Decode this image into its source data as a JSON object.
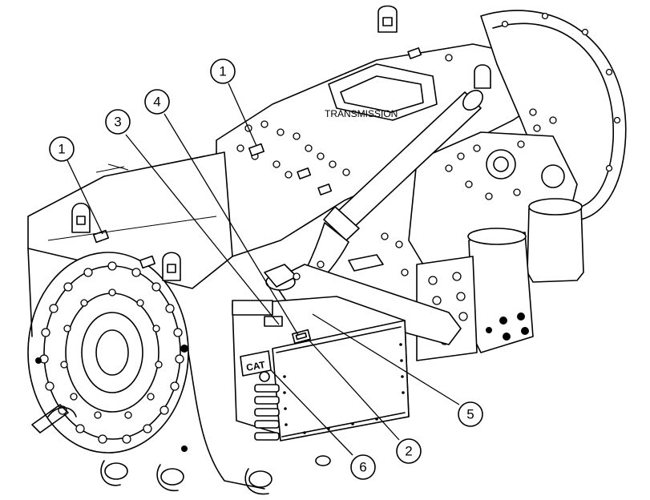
{
  "diagram": {
    "component_label": "TRANSMISSION",
    "callouts": [
      {
        "id": "callout-1-right",
        "number": "1"
      },
      {
        "id": "callout-1-left",
        "number": "1"
      },
      {
        "id": "callout-3",
        "number": "3"
      },
      {
        "id": "callout-4",
        "number": "4"
      },
      {
        "id": "callout-5",
        "number": "5"
      },
      {
        "id": "callout-2",
        "number": "2"
      },
      {
        "id": "callout-6",
        "number": "6"
      }
    ],
    "plate_logo_text": "CAT"
  }
}
